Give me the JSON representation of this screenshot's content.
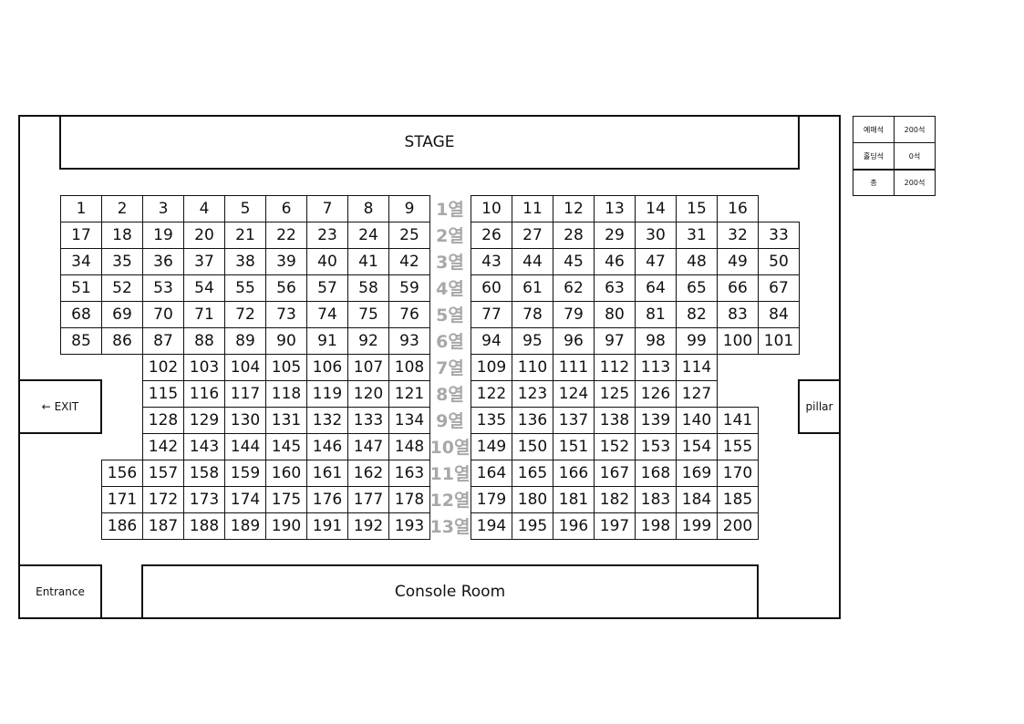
{
  "stage_label": "STAGE",
  "exit_label": "← EXIT",
  "pillar_label": "pillar",
  "entrance_label": "Entrance",
  "console_label": "Console Room",
  "legend": {
    "reserved_label": "예매석",
    "reserved_value": "200석",
    "holding_label": "홀딩석",
    "holding_value": "0석",
    "total_label": "총",
    "total_value": "200석"
  },
  "rows": [
    {
      "label": "1열",
      "left_start": 0,
      "left": [
        1,
        2,
        3,
        4,
        5,
        6,
        7,
        8,
        9
      ],
      "right": [
        10,
        11,
        12,
        13,
        14,
        15,
        16
      ]
    },
    {
      "label": "2열",
      "left_start": 0,
      "left": [
        17,
        18,
        19,
        20,
        21,
        22,
        23,
        24,
        25
      ],
      "right": [
        26,
        27,
        28,
        29,
        30,
        31,
        32,
        33
      ]
    },
    {
      "label": "3열",
      "left_start": 0,
      "left": [
        34,
        35,
        36,
        37,
        38,
        39,
        40,
        41,
        42
      ],
      "right": [
        43,
        44,
        45,
        46,
        47,
        48,
        49,
        50
      ]
    },
    {
      "label": "4열",
      "left_start": 0,
      "left": [
        51,
        52,
        53,
        54,
        55,
        56,
        57,
        58,
        59
      ],
      "right": [
        60,
        61,
        62,
        63,
        64,
        65,
        66,
        67
      ]
    },
    {
      "label": "5열",
      "left_start": 0,
      "left": [
        68,
        69,
        70,
        71,
        72,
        73,
        74,
        75,
        76
      ],
      "right": [
        77,
        78,
        79,
        80,
        81,
        82,
        83,
        84
      ]
    },
    {
      "label": "6열",
      "left_start": 0,
      "left": [
        85,
        86,
        87,
        88,
        89,
        90,
        91,
        92,
        93
      ],
      "right": [
        94,
        95,
        96,
        97,
        98,
        99,
        100,
        101
      ]
    },
    {
      "label": "7열",
      "left_start": 2,
      "left": [
        102,
        103,
        104,
        105,
        106,
        107,
        108
      ],
      "right": [
        109,
        110,
        111,
        112,
        113,
        114
      ]
    },
    {
      "label": "8열",
      "left_start": 2,
      "left": [
        115,
        116,
        117,
        118,
        119,
        120,
        121
      ],
      "right": [
        122,
        123,
        124,
        125,
        126,
        127
      ]
    },
    {
      "label": "9열",
      "left_start": 2,
      "left": [
        128,
        129,
        130,
        131,
        132,
        133,
        134
      ],
      "right": [
        135,
        136,
        137,
        138,
        139,
        140,
        141
      ]
    },
    {
      "label": "10열",
      "left_start": 2,
      "left": [
        142,
        143,
        144,
        145,
        146,
        147,
        148
      ],
      "right": [
        149,
        150,
        151,
        152,
        153,
        154,
        155
      ]
    },
    {
      "label": "11열",
      "left_start": 1,
      "left": [
        156,
        157,
        158,
        159,
        160,
        161,
        162,
        163
      ],
      "right": [
        164,
        165,
        166,
        167,
        168,
        169,
        170
      ]
    },
    {
      "label": "12열",
      "left_start": 1,
      "left": [
        171,
        172,
        173,
        174,
        175,
        176,
        177,
        178
      ],
      "right": [
        179,
        180,
        181,
        182,
        183,
        184,
        185
      ]
    },
    {
      "label": "13열",
      "left_start": 1,
      "left": [
        186,
        187,
        188,
        189,
        190,
        191,
        192,
        193
      ],
      "right": [
        194,
        195,
        196,
        197,
        198,
        199,
        200
      ]
    }
  ]
}
